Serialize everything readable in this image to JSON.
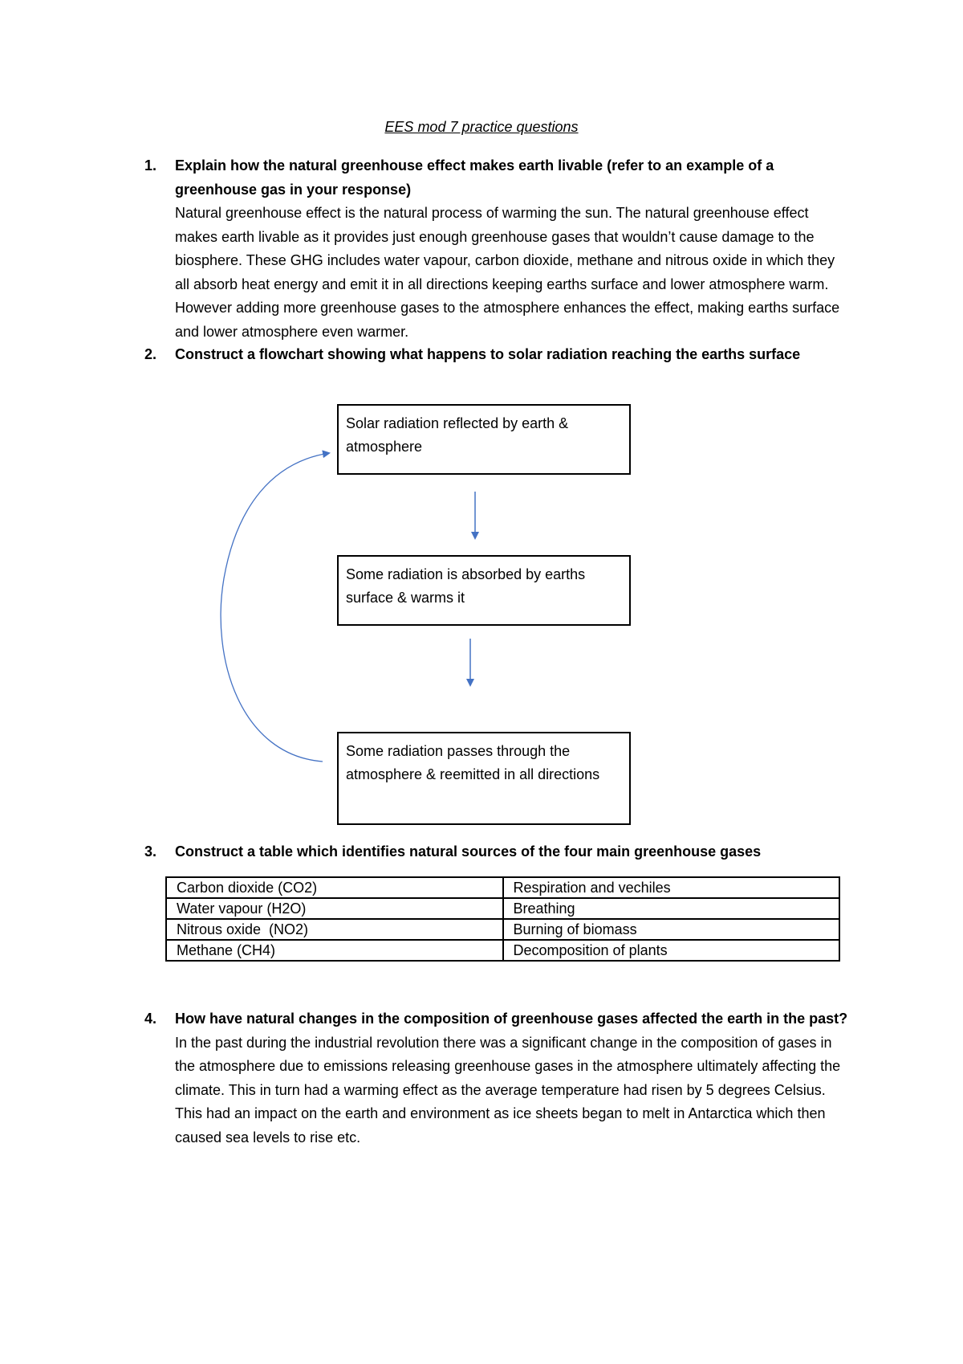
{
  "document": {
    "title": "EES mod 7 practice questions"
  },
  "questions": [
    {
      "number": "1.",
      "prompt": "Explain how the natural greenhouse effect makes earth livable (refer to an example of a greenhouse gas in your response)",
      "answer": "Natural greenhouse effect is the natural process of warming the sun. The natural greenhouse effect makes earth livable as it provides just enough greenhouse gases that wouldn’t cause damage to the biosphere. These GHG includes water vapour, carbon dioxide, methane and nitrous oxide in which they all absorb heat energy and emit it in all directions keeping earths surface and lower atmosphere warm. However adding more greenhouse gases to the atmosphere enhances the effect, making earths surface and lower atmosphere even warmer."
    },
    {
      "number": "2.",
      "prompt": "Construct a flowchart showing what happens to solar radiation reaching the earths surface"
    },
    {
      "number": "3.",
      "prompt": "Construct a table which identifies natural sources of the four main greenhouse gases"
    },
    {
      "number": "4.",
      "prompt": "How have natural changes in the composition of greenhouse gases affected the earth in the past?",
      "answer": "In the past during the industrial revolution there was a significant change in the composition of gases in the atmosphere due to emissions releasing greenhouse gases in the atmosphere ultimately affecting the climate. This in turn had a warming effect as the average temperature had risen by 5 degrees Celsius. This had an impact on the earth and environment as ice sheets began to melt in Antarctica which then caused sea levels to rise etc."
    }
  ],
  "flowchart": {
    "boxes": [
      "Solar radiation reflected by earth & atmosphere",
      "Some radiation is absorbed by earths surface & warms it",
      "Some radiation passes through the atmosphere & reemitted in all directions"
    ],
    "arrow_color": "#4472C4"
  },
  "gas_table": {
    "rows": [
      [
        "Carbon dioxide (CO2)",
        "Respiration and vechiles"
      ],
      [
        "Water vapour (H2O)",
        "Breathing"
      ],
      [
        "Nitrous oxide  (NO2)",
        "Burning of biomass"
      ],
      [
        "Methane (CH4)",
        "Decomposition of plants"
      ]
    ]
  }
}
